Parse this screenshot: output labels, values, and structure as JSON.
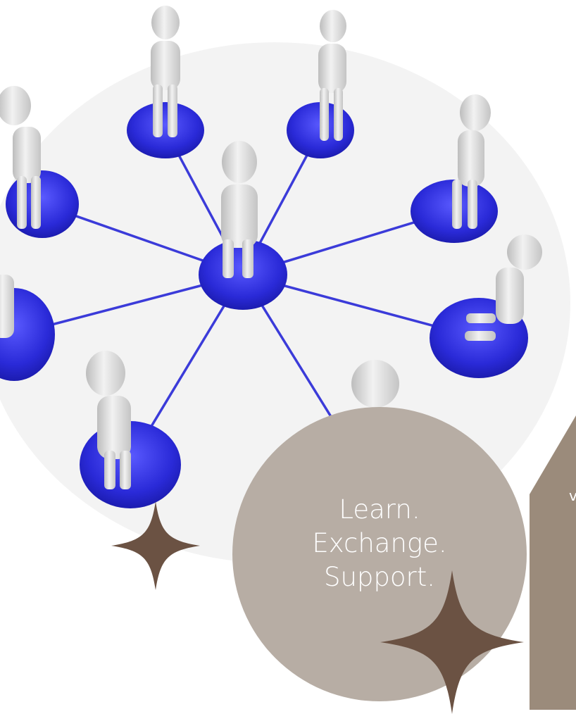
{
  "colors": {
    "accent_blue": "#3b3bd9",
    "disc_blue": "#2f2fe0",
    "figure_gray": "#d9d9d9",
    "circle_card": "#b7ada4",
    "side_panel": "#9b8b7b",
    "sparkle": "#6b5243"
  },
  "circle": {
    "line1": "Learn.",
    "line2": "Exchange.",
    "line3": "Support."
  },
  "side_panel": {
    "fragment": "v"
  },
  "icons": [
    "people-network-illustration",
    "sparkle-icon"
  ]
}
